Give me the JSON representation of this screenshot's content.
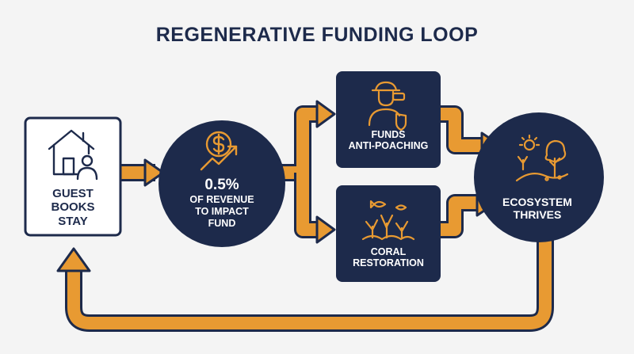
{
  "title": "REGENERATIVE FUNDING LOOP",
  "nodes": {
    "guest": {
      "lines": [
        "GUEST",
        "BOOKS",
        "STAY"
      ]
    },
    "fund": {
      "percent": "0.5%",
      "lines": [
        "OF REVENUE",
        "TO IMPACT",
        "FUND"
      ]
    },
    "anti_poaching": {
      "lines": [
        "FUNDS",
        "ANTI-POACHING"
      ]
    },
    "coral": {
      "lines": [
        "CORAL",
        "RESTORATION"
      ]
    },
    "ecosystem": {
      "lines": [
        "ECOSYSTEM",
        "THRIVES"
      ]
    }
  },
  "icons": {
    "guest": "house-person-icon",
    "fund": "dollar-growth-icon",
    "anti_poaching": "ranger-binoculars-icon",
    "coral": "coral-fish-icon",
    "ecosystem": "landscape-sun-tree-icon"
  },
  "colors": {
    "navy": "#1d2a4b",
    "orange": "#e89a32",
    "background": "#f4f4f4",
    "white": "#ffffff"
  }
}
